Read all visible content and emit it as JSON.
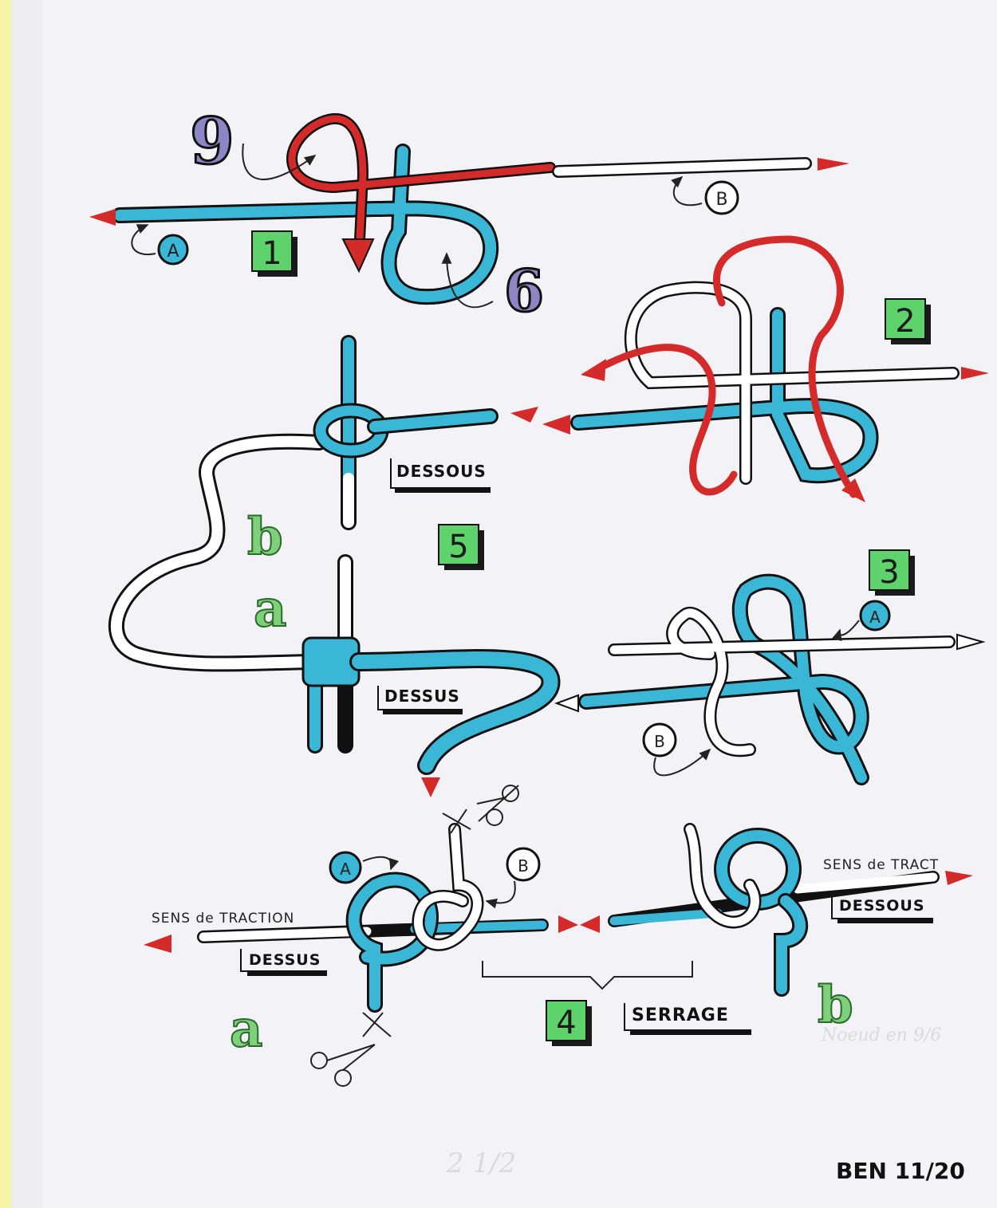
{
  "figure": {
    "top_numbers": {
      "nine": "9",
      "six": "6"
    },
    "markers": {
      "a": "A",
      "b": "B"
    },
    "steps": [
      "1",
      "2",
      "3",
      "4",
      "5"
    ],
    "labels": {
      "dessous": "DESSOUS",
      "dessus": "DESSUS",
      "sens_de_traction": "SENS de TRACTION",
      "sens_de_traction_cut": "SENS de TRACT",
      "serrage": "SERRAGE"
    },
    "variants": {
      "a": "a",
      "b": "b"
    },
    "signature": "BEN 11/20",
    "faint_notes": [
      "Noeud en 9/6",
      "2 1/2"
    ],
    "colors": {
      "blue_strand": "#3ab7d6",
      "red_strand": "#d42a2a",
      "white_strand": "#ffffff",
      "step_box": "#5fd36b",
      "number_purple": "#8d86c6",
      "variant_green": "#7fd07a"
    }
  }
}
